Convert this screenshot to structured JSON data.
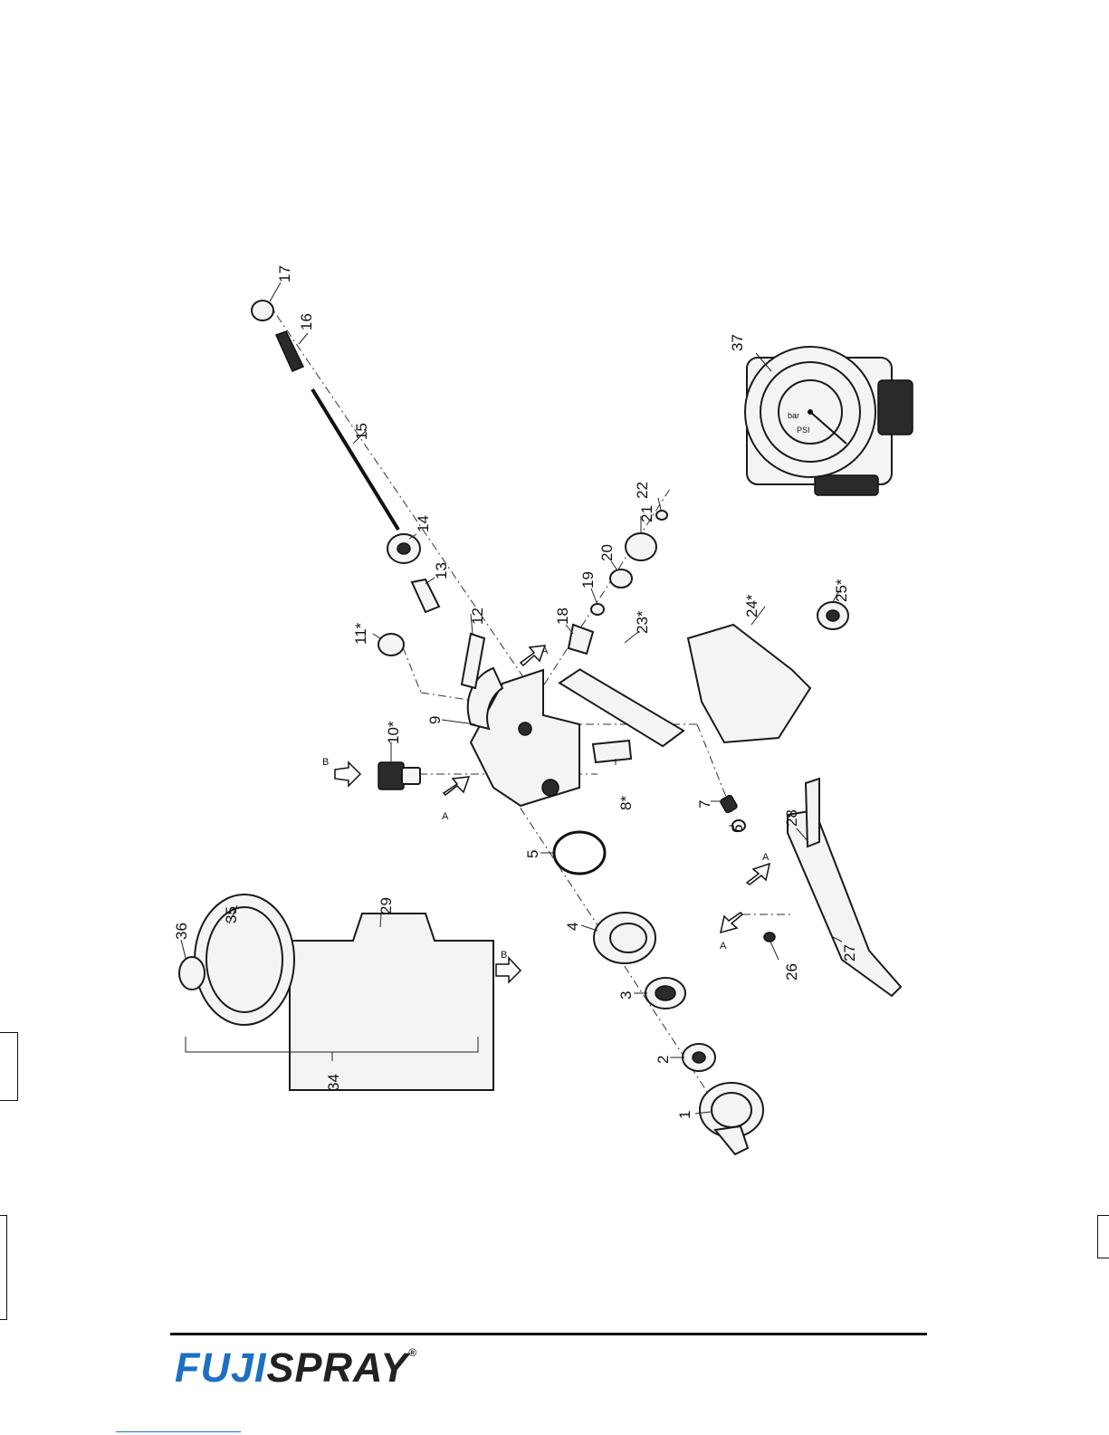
{
  "brand": {
    "name_a": "FUJI",
    "name_b": "SPRAY",
    "mark": "®"
  },
  "parts": [
    {
      "id": "1",
      "label": "1"
    },
    {
      "id": "2",
      "label": "2"
    },
    {
      "id": "3",
      "label": "3"
    },
    {
      "id": "4",
      "label": "4"
    },
    {
      "id": "5",
      "label": "5"
    },
    {
      "id": "6",
      "label": "6"
    },
    {
      "id": "7",
      "label": "7"
    },
    {
      "id": "8",
      "label": "8*"
    },
    {
      "id": "9",
      "label": "9"
    },
    {
      "id": "10",
      "label": "10*"
    },
    {
      "id": "11",
      "label": "11*"
    },
    {
      "id": "12",
      "label": "12"
    },
    {
      "id": "13",
      "label": "13"
    },
    {
      "id": "14",
      "label": "14"
    },
    {
      "id": "15",
      "label": "15"
    },
    {
      "id": "16",
      "label": "16"
    },
    {
      "id": "17",
      "label": "17"
    },
    {
      "id": "18",
      "label": "18"
    },
    {
      "id": "19",
      "label": "19"
    },
    {
      "id": "20",
      "label": "20"
    },
    {
      "id": "21",
      "label": "21"
    },
    {
      "id": "22",
      "label": "22"
    },
    {
      "id": "23",
      "label": "23*"
    },
    {
      "id": "24",
      "label": "24*"
    },
    {
      "id": "25",
      "label": "25*"
    },
    {
      "id": "26",
      "label": "26"
    },
    {
      "id": "27",
      "label": "27"
    },
    {
      "id": "28",
      "label": "28"
    },
    {
      "id": "29",
      "label": "29"
    },
    {
      "id": "34",
      "label": "34"
    },
    {
      "id": "35",
      "label": "35"
    },
    {
      "id": "36",
      "label": "36"
    },
    {
      "id": "37",
      "label": "37"
    }
  ],
  "flow_labels": {
    "a": "A",
    "b": "B"
  },
  "gauge": {
    "unit": "bar",
    "psi_unit": "PSI"
  },
  "colors": {
    "brand_blue": "#1d6fc3",
    "ink": "#111111"
  }
}
